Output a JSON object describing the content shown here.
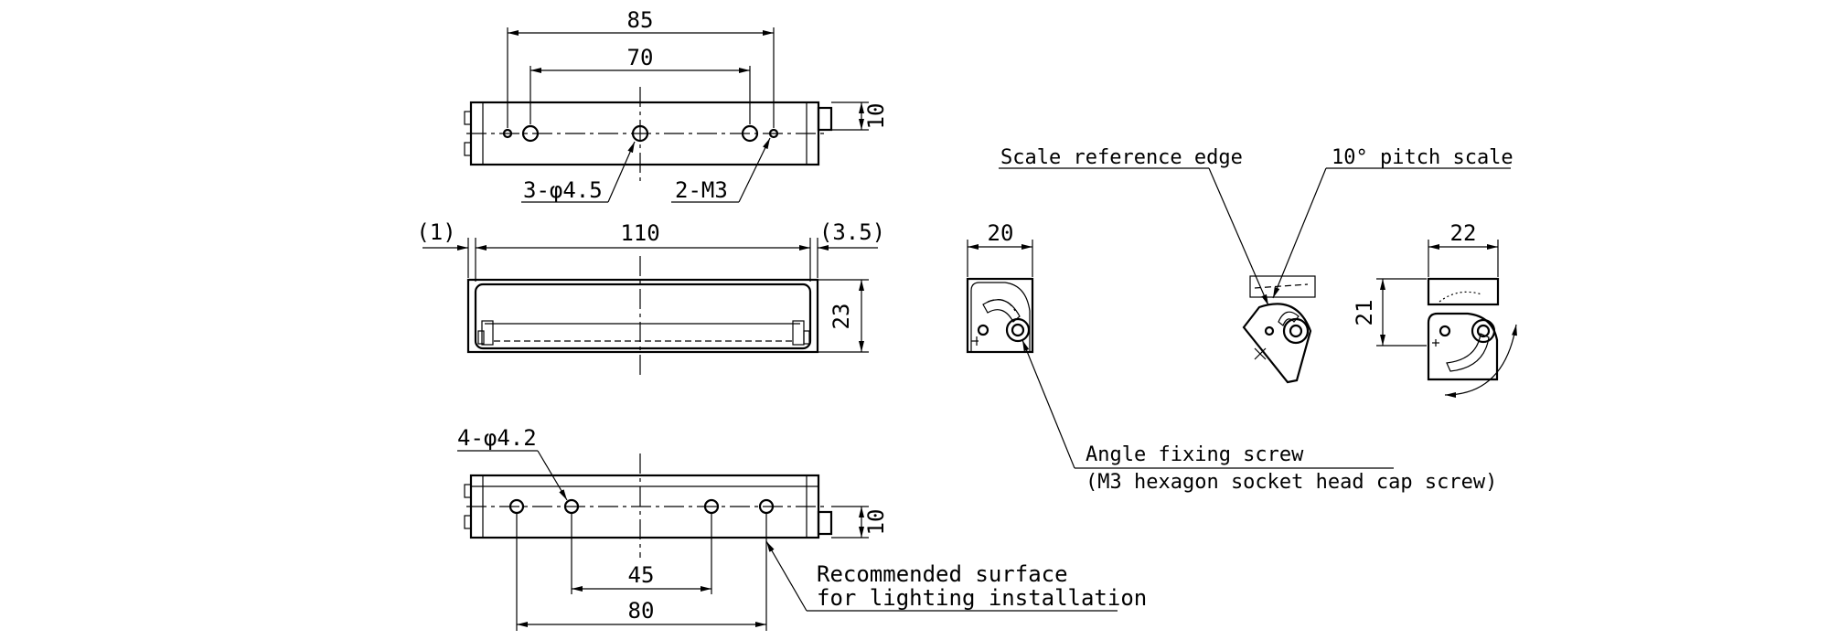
{
  "top_view": {
    "dim_outer": "85",
    "dim_inner": "70",
    "dim_height": "10",
    "callout_holes": "3-φ4.5",
    "callout_threads": "2-M3"
  },
  "front_view": {
    "dim_left_gap": "(1)",
    "dim_length": "110",
    "dim_right_gap": "(3.5)",
    "dim_height": "23"
  },
  "bottom_view": {
    "callout_holes": "4-φ4.2",
    "dim_inner": "45",
    "dim_outer": "80",
    "dim_height": "10",
    "note_line1": "Recommended surface",
    "note_line2": "for lighting installation"
  },
  "side_view": {
    "dim_width": "20",
    "note_fixing_line1": "Angle fixing screw",
    "note_fixing_line2": "(M3 hexagon socket head cap screw)"
  },
  "rotated_view": {
    "note_reference": "Scale reference edge",
    "note_pitch": "10° pitch scale"
  },
  "end_view": {
    "dim_width": "22",
    "dim_height": "21"
  }
}
